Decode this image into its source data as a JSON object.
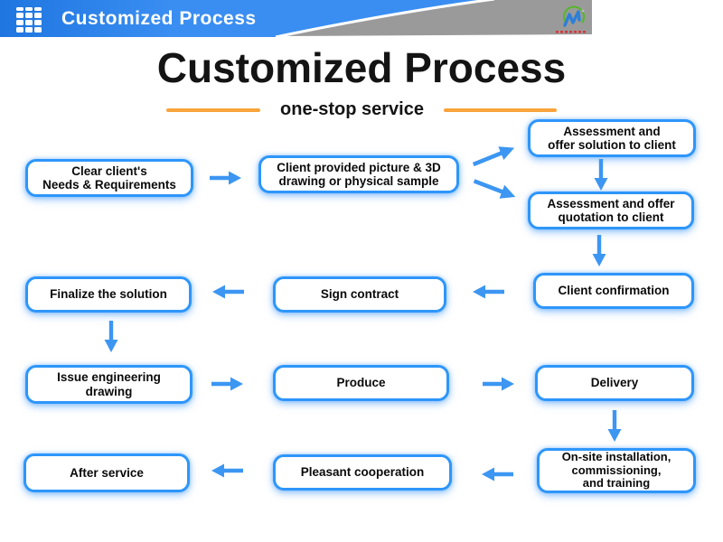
{
  "header": {
    "title": "Customized Process",
    "grid_icon": "grid-squares-icon",
    "logo": "company-logo"
  },
  "main": {
    "title": "Customized Process",
    "subtitle": "one-stop service"
  },
  "flow": {
    "boxes": [
      {
        "id": "clear-needs",
        "label": "Clear client's\nNeeds & Requirements"
      },
      {
        "id": "client-provided",
        "label": "Client provided picture & 3D\ndrawing or physical sample"
      },
      {
        "id": "offer-solution",
        "label": "Assessment and\noffer solution to client"
      },
      {
        "id": "offer-quotation",
        "label": "Assessment and offer\nquotation to client"
      },
      {
        "id": "client-confirmation",
        "label": "Client confirmation"
      },
      {
        "id": "sign-contract",
        "label": "Sign contract"
      },
      {
        "id": "finalize-solution",
        "label": "Finalize the solution"
      },
      {
        "id": "issue-drawing",
        "label": "Issue engineering\ndrawing"
      },
      {
        "id": "produce",
        "label": "Produce"
      },
      {
        "id": "delivery",
        "label": "Delivery"
      },
      {
        "id": "onsite-installation",
        "label": "On-site installation,\ncommissioning,\nand training"
      },
      {
        "id": "pleasant-cooperation",
        "label": "Pleasant cooperation"
      },
      {
        "id": "after-service",
        "label": "After service"
      }
    ]
  },
  "colors": {
    "header_blue": "#2f87ea",
    "header_gray": "#9a9a9a",
    "box_border_blue": "#2e96fa",
    "arrow_blue": "#3c96f2",
    "accent_orange": "#f9a43c",
    "text_black": "#141414"
  }
}
